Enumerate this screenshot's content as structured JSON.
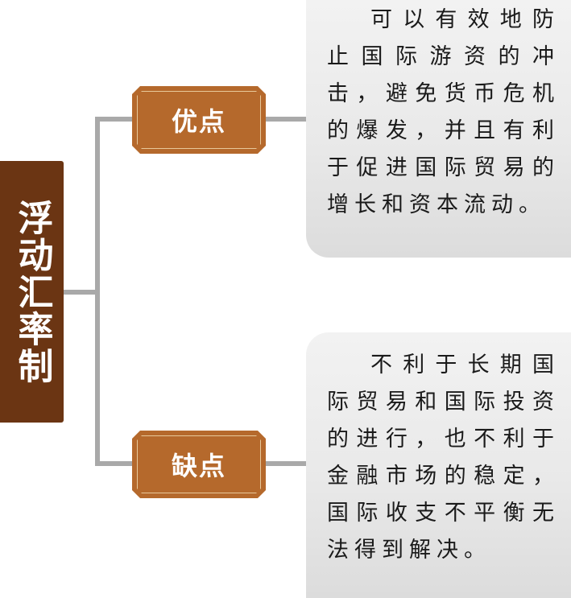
{
  "diagram": {
    "root": {
      "label": "浮动汇率制"
    },
    "branches": [
      {
        "label": "优点",
        "text": "可以有效地防止国际游资的冲击，避免货币危机的爆发，并且有利于促进国际贸易的增长和资本流动。"
      },
      {
        "label": "缺点",
        "text": "不利于长期国际贸易和国际投资的进行，也不利于金融市场的稳定，国际收支不平衡无法得到解决。"
      }
    ]
  },
  "colors": {
    "root_fill": "#6b3513",
    "branch_fill": "#b5692c",
    "branch_inner_border": "#e8c89a",
    "connector": "#a9a9a9",
    "box_fill": "#e9e9e9"
  }
}
